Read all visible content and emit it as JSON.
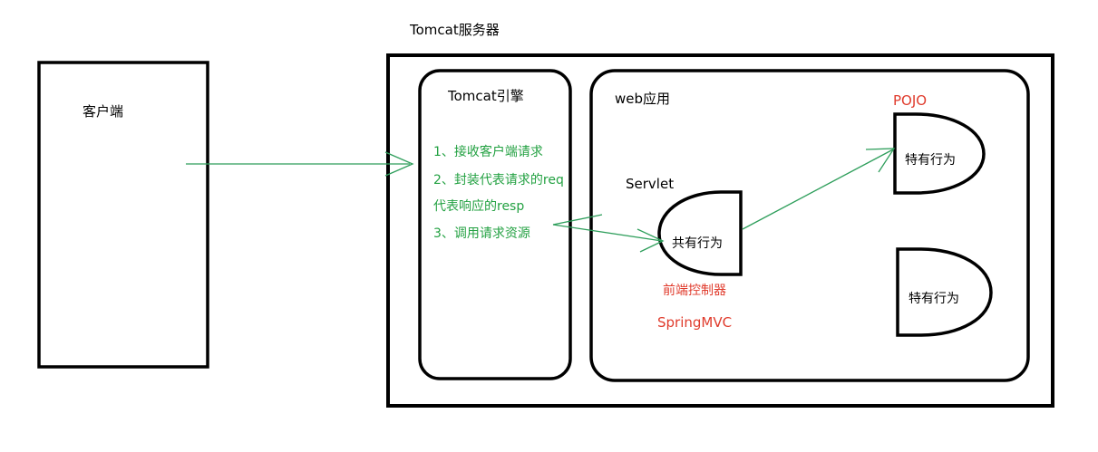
{
  "server": {
    "title": "Tomcat服务器"
  },
  "client": {
    "label": "客户端"
  },
  "engine": {
    "title": "Tomcat引擎",
    "steps": [
      "1、接收客户端请求",
      "2、封装代表请求的req",
      "代表响应的resp",
      "3、调用请求资源"
    ]
  },
  "webapp": {
    "title": "web应用",
    "servlet_label": "Servlet",
    "servlet_shape_label": "共有行为",
    "front_controller_label": "前端控制器",
    "framework_label": "SpringMVC"
  },
  "pojo": {
    "label": "POJO",
    "shape1_label": "特有行为",
    "shape2_label": "特有行为"
  },
  "colors": {
    "stroke": "#000000",
    "arrow": "#2e9e5b",
    "step_text": "#23a142",
    "red_text": "#e03b2c"
  }
}
